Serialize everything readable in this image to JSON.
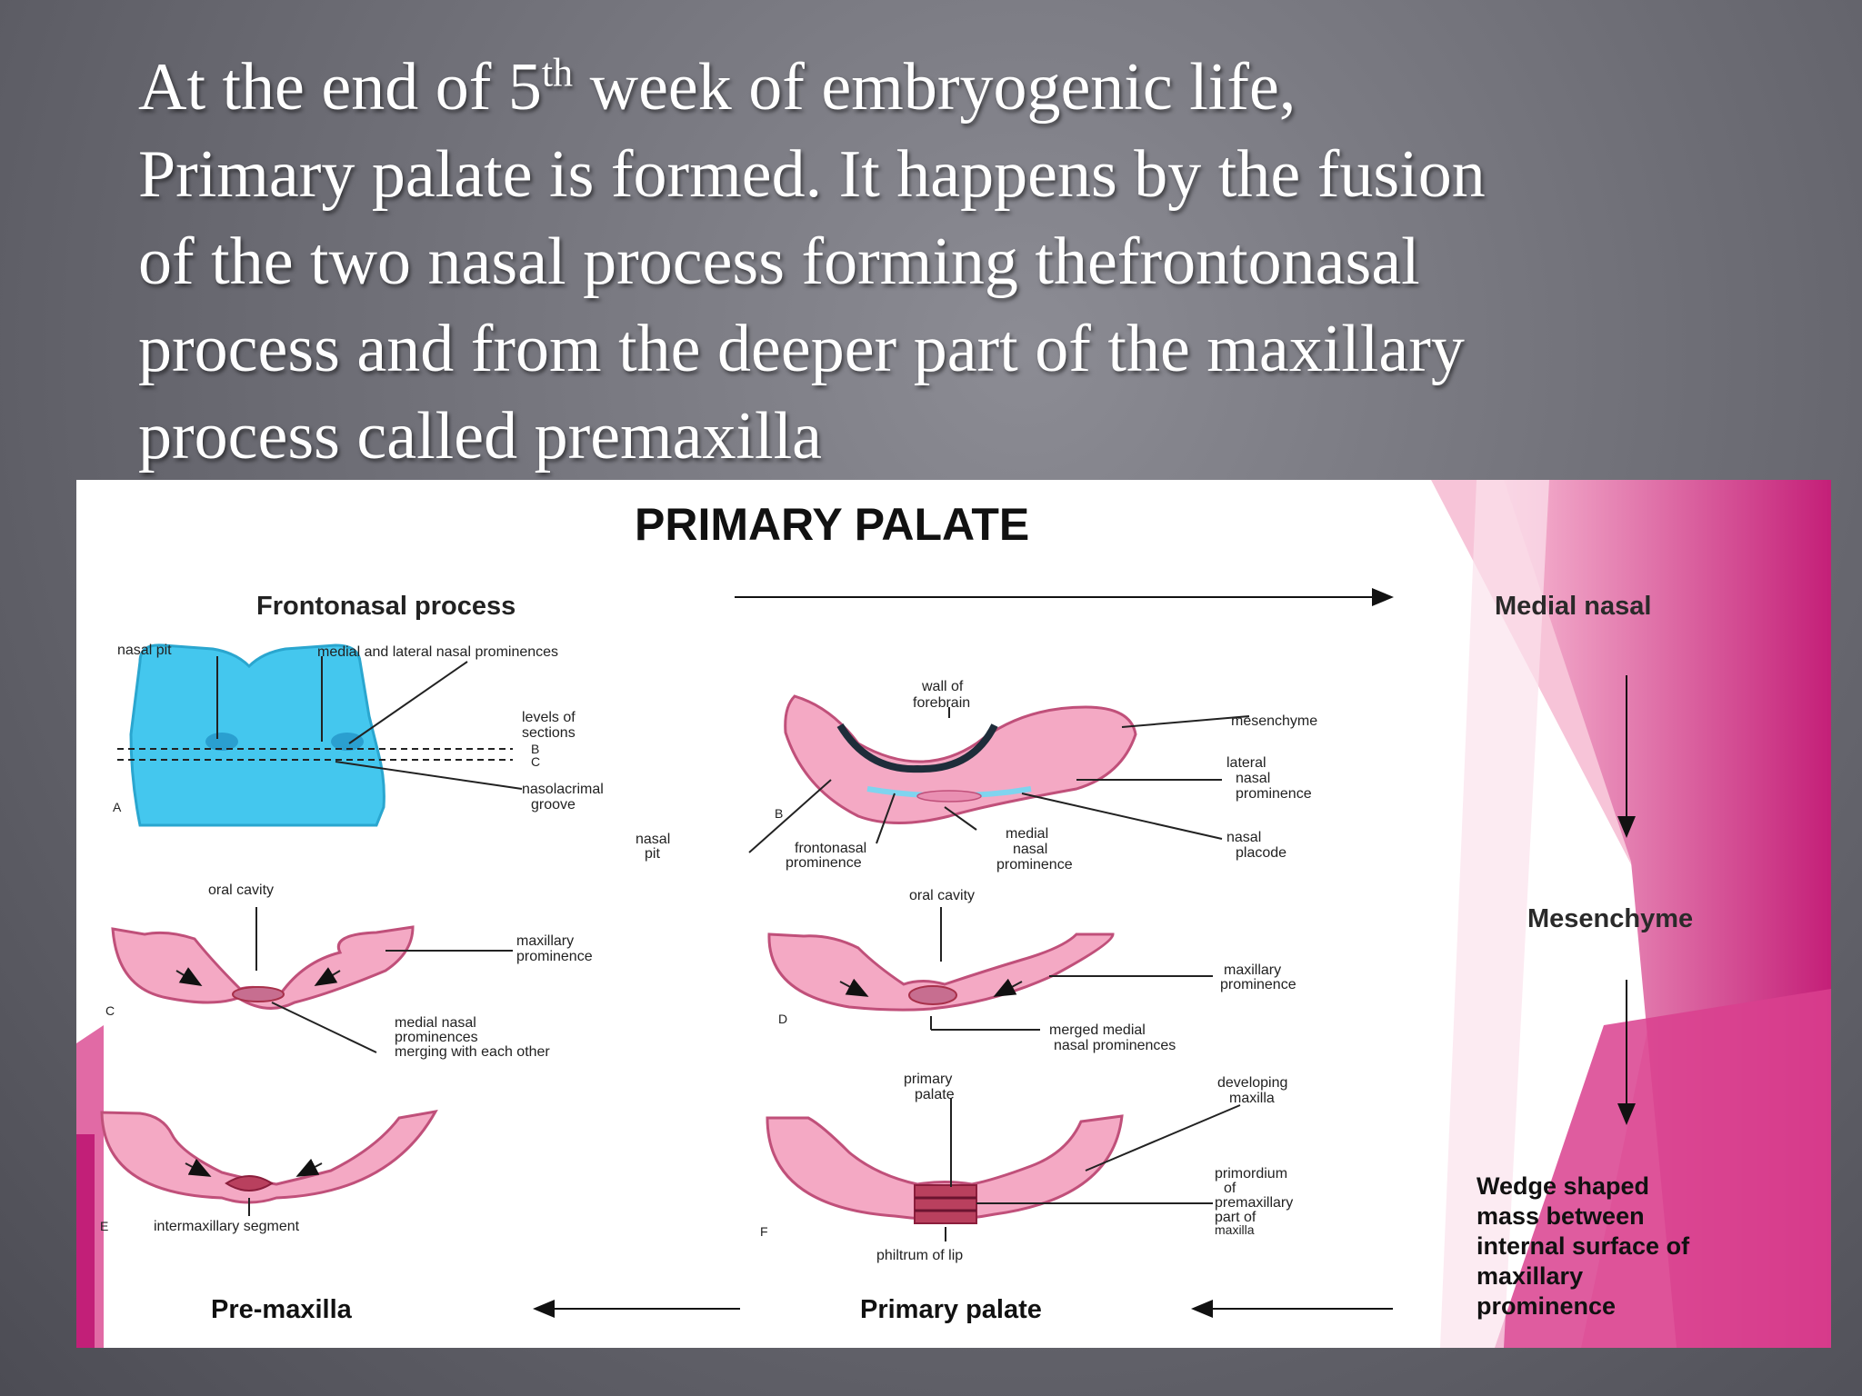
{
  "heading": {
    "line1_pre": "At the end of 5",
    "line1_sup": "th",
    "line1_post": " week of embryogenic life,",
    "line2": "Primary palate is formed. It happens by the fusion",
    "line3": "of the two nasal process forming thefrontonasal",
    "line4": "process and from the deeper part of the maxillary",
    "line5": "process called premaxilla"
  },
  "diagram": {
    "title": "PRIMARY PALATE",
    "flow": {
      "frontonasal_process": "Frontonasal process",
      "medial_nasal": "Medial nasal",
      "mesenchyme": "Mesenchyme",
      "wedge_l1": "Wedge shaped",
      "wedge_l2": "mass between",
      "wedge_l3": "internal surface of",
      "wedge_l4": "maxillary",
      "wedge_l5": "prominence",
      "primary_palate": "Primary palate",
      "pre_maxilla": "Pre-maxilla"
    },
    "labels": {
      "nasal_pit": "nasal pit",
      "medial_lateral": "medial and lateral nasal prominences",
      "levels_of": "levels of",
      "sections": "sections",
      "level_b": "B",
      "level_c": "C",
      "nasolacrimal": "nasolacrimal",
      "groove": "groove",
      "panel_a": "A",
      "wall_of": "wall of",
      "forebrain": "forebrain",
      "mesenchyme_small": "mesenchyme",
      "lateral": "lateral",
      "nasal1": "nasal",
      "prominence1": "prominence",
      "panel_b": "B",
      "nasal_pit_b1": "nasal",
      "nasal_pit_b2": "pit",
      "frontonasal": "frontonasal",
      "prominence2": "prominence",
      "medial": "medial",
      "nasal2": "nasal",
      "prominence3": "prominence",
      "nasal3": "nasal",
      "placode": "placode",
      "oral_cavity_c": "oral cavity",
      "maxillary_c": "maxillary",
      "prominence_c": "prominence",
      "panel_c": "C",
      "medial_nasal_c": "medial nasal",
      "prominences_c": "prominences",
      "merging": "merging with each other",
      "oral_cavity_d": "oral cavity",
      "maxillary_d": "maxillary",
      "prominence_d": "prominence",
      "panel_d": "D",
      "merged_medial": "merged medial",
      "nasal_prominences": "nasal prominences",
      "primary": "primary",
      "palate": "palate",
      "developing": "developing",
      "maxilla": "maxilla",
      "primordium": "primordium",
      "of": "of",
      "premaxillary": "premaxillary",
      "part_of": "part of",
      "maxilla2": "maxilla",
      "panel_e": "E",
      "intermaxillary": "intermaxillary segment",
      "panel_f": "F",
      "philtrum": "philtrum of lip"
    }
  },
  "colors": {
    "pink": "#f4a9c4",
    "pink_line": "#c0507a",
    "magenta": "#c2227a",
    "cyan": "#3ec3ec",
    "dark_red": "#a8304a"
  }
}
